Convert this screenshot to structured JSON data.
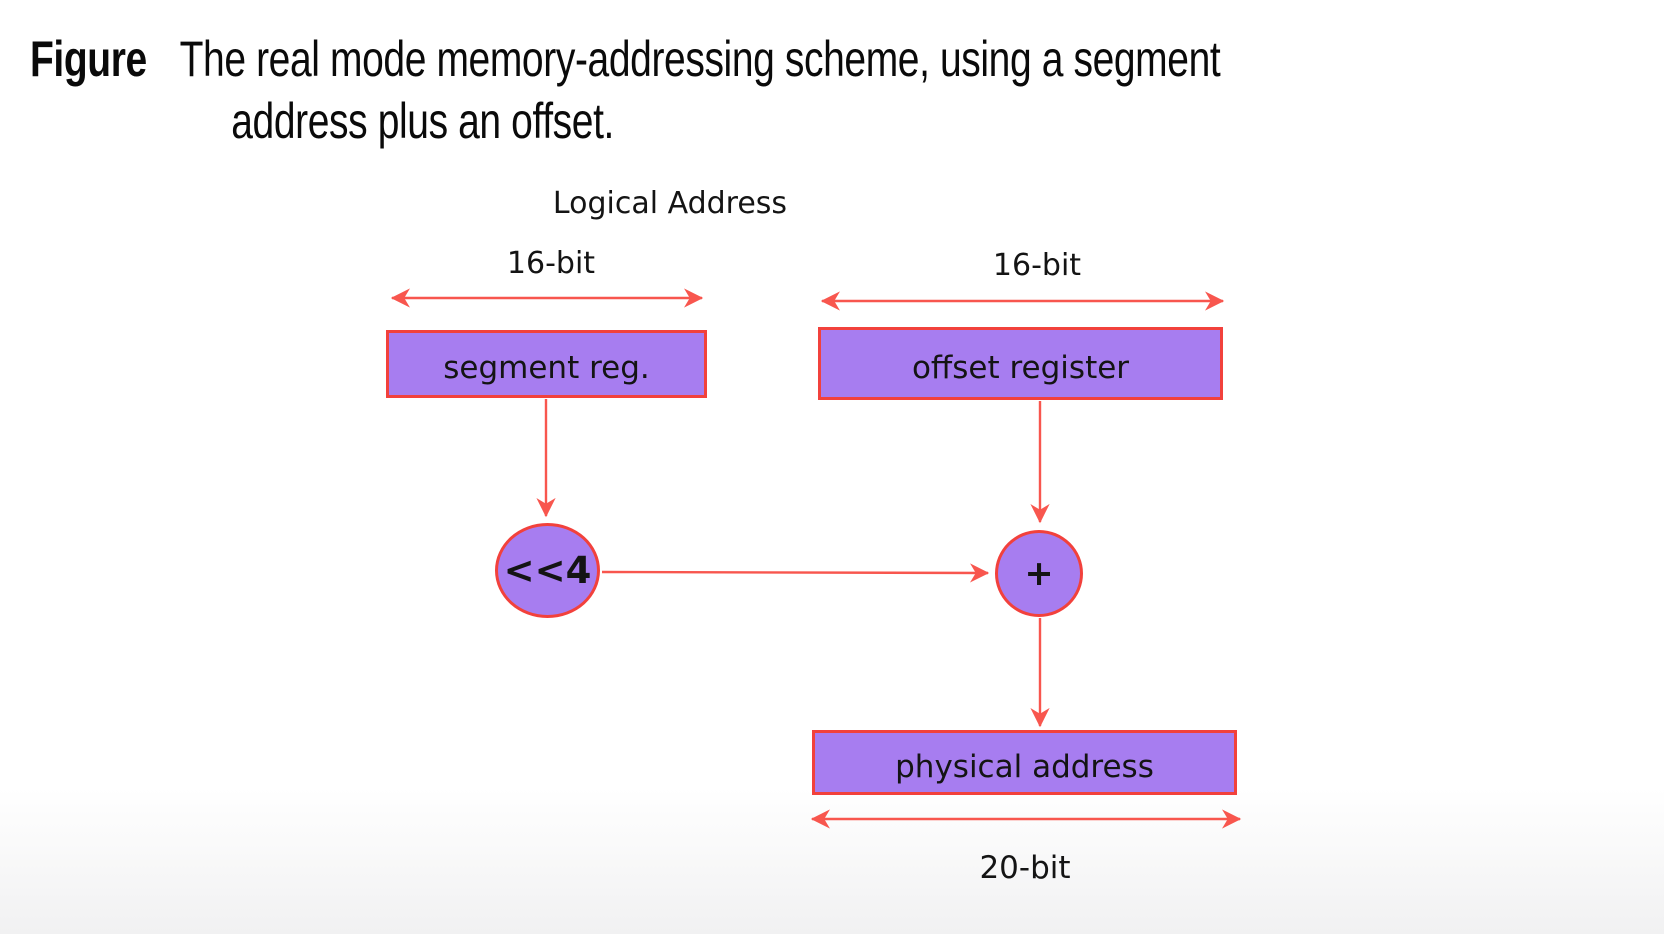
{
  "caption": {
    "label": "Figure",
    "line1": "The real mode memory-addressing scheme, using a segment",
    "line2": "address plus an offset."
  },
  "diagram": {
    "title": "Logical Address",
    "segment": {
      "width_label": "16-bit",
      "register_label": "segment reg."
    },
    "offset": {
      "width_label": "16-bit",
      "register_label": "offset register"
    },
    "shift_node_label": "<<4",
    "add_node_label": "+",
    "physical": {
      "register_label": "physical address",
      "width_label": "20-bit"
    }
  },
  "colors": {
    "box_fill": "#a77df0",
    "box_border": "#f2413c",
    "arrow_red": "#f8564e",
    "label_color": "#141414",
    "caption_color": "#0a0a0a"
  }
}
